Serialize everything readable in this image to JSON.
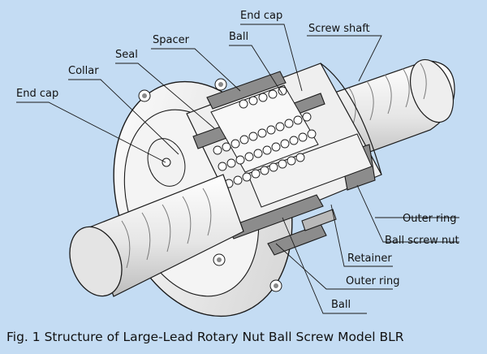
{
  "labels": {
    "end_cap_top": "End cap",
    "screw_shaft": "Screw shaft",
    "ball_top": "Ball",
    "spacer": "Spacer",
    "seal": "Seal",
    "collar": "Collar",
    "end_cap_left": "End cap",
    "outer_ring_right": "Outer ring",
    "ball_screw_nut": "Ball screw nut",
    "retainer": "Retainer",
    "outer_ring_bottom": "Outer ring",
    "ball_bottom": "Ball"
  },
  "caption": "Fig. 1 Structure of Large-Lead Rotary Nut Ball Screw Model BLR",
  "colors": {
    "background": "#c4dcf3",
    "part_fill": "#ffffff",
    "part_shade": "#d8d8d8",
    "cut_face": "#8c8c8c",
    "outline": "#1a1a1a"
  }
}
